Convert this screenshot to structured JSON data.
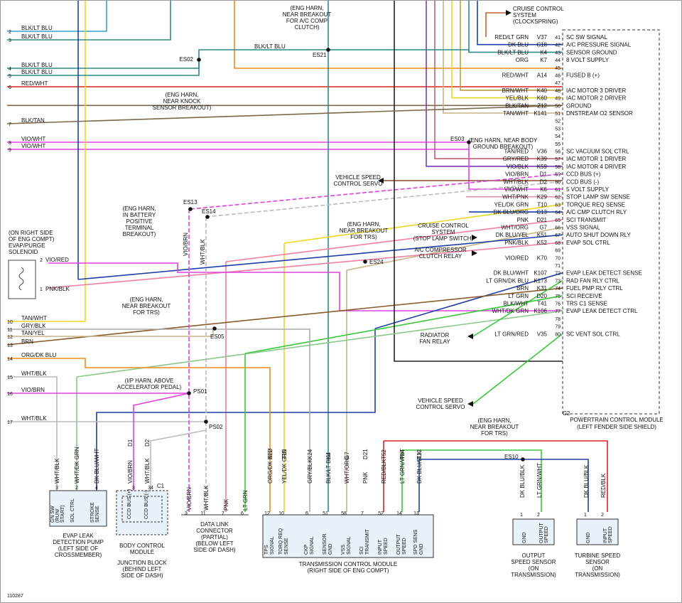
{
  "figure_id": "110287",
  "pcm": {
    "title_lines": [
      "POWERTRAIN CONTROL MODULE",
      "(LEFT FENDER SIDE SHIELD)"
    ],
    "connector": "C2",
    "pins": [
      {
        "pin": "41",
        "wire": "RED/LT GRN",
        "circuit": "V37",
        "func": "SC SW SIGNAL"
      },
      {
        "pin": "42",
        "wire": "DK BLU",
        "circuit": "C18",
        "func": "A/C PRESSURE SIGNAL"
      },
      {
        "pin": "43",
        "wire": "BLK/LT BLU",
        "circuit": "K4",
        "func": "SENSOR GROUND"
      },
      {
        "pin": "44",
        "wire": "ORG",
        "circuit": "K7",
        "func": "8 VOLT SUPPLY"
      },
      {
        "pin": "45",
        "wire": "",
        "circuit": "",
        "func": ""
      },
      {
        "pin": "46",
        "wire": "RED/WHT",
        "circuit": "A14",
        "func": "FUSED B (+)"
      },
      {
        "pin": "47",
        "wire": "",
        "circuit": "",
        "func": ""
      },
      {
        "pin": "48",
        "wire": "BRN/WHT",
        "circuit": "K40",
        "func": "IAC MOTOR 3 DRIVER"
      },
      {
        "pin": "49",
        "wire": "YEL/BLK",
        "circuit": "K60",
        "func": "IAC MOTOR 2 DRIVER"
      },
      {
        "pin": "50",
        "wire": "BLK/TAN",
        "circuit": "Z12",
        "func": "GROUND"
      },
      {
        "pin": "51",
        "wire": "TAN/WHT",
        "circuit": "K141",
        "func": "DNSTREAM O2 SENSOR"
      },
      {
        "pin": "52",
        "wire": "",
        "circuit": "",
        "func": ""
      },
      {
        "pin": "53",
        "wire": "",
        "circuit": "",
        "func": ""
      },
      {
        "pin": "54",
        "wire": "",
        "circuit": "",
        "func": ""
      },
      {
        "pin": "55",
        "wire": "",
        "circuit": "",
        "func": ""
      },
      {
        "pin": "56",
        "wire": "TAN/RED",
        "circuit": "V36",
        "func": "SC VACUUM SOL CTRL"
      },
      {
        "pin": "57",
        "wire": "GRY/RED",
        "circuit": "K39",
        "func": "IAC MOTOR 1 DRIVER"
      },
      {
        "pin": "58",
        "wire": "VIO/BLK",
        "circuit": "K59",
        "func": "IAC MOTOR 4 DRIVER"
      },
      {
        "pin": "59",
        "wire": "VIO/BRN",
        "circuit": "D1",
        "func": "CCD BUS (+)"
      },
      {
        "pin": "60",
        "wire": "WHT/BLK",
        "circuit": "D2",
        "func": "CCD BUS (-)"
      },
      {
        "pin": "61",
        "wire": "VIO/WHT",
        "circuit": "K6",
        "func": "5 VOLT SUPPLY"
      },
      {
        "pin": "62",
        "wire": "WHT/PNK",
        "circuit": "K29",
        "func": "STOP LAMP SW SENSE"
      },
      {
        "pin": "63",
        "wire": "YEL/DK GRN",
        "circuit": "T10",
        "func": "TORQUE REQ SENSE"
      },
      {
        "pin": "64",
        "wire": "DK BLU/ORG",
        "circuit": "C13",
        "func": "A/C CMP CLUTCH RLY"
      },
      {
        "pin": "65",
        "wire": "PNK",
        "circuit": "D21",
        "func": "SCI TRANSMIT"
      },
      {
        "pin": "66",
        "wire": "WHT/ORG",
        "circuit": "G7",
        "func": "VSS SIGNAL"
      },
      {
        "pin": "67",
        "wire": "DK BLU/YEL",
        "circuit": "K51",
        "func": "AUTO SHUT DOWN RLY"
      },
      {
        "pin": "68",
        "wire": "PNK/BLK",
        "circuit": "K52",
        "func": "EVAP SOL CTRL"
      },
      {
        "pin": "69",
        "wire": "",
        "circuit": "",
        "func": ""
      },
      {
        "pin": "70",
        "wire": "VIO/RED",
        "circuit": "K70",
        "func": ""
      },
      {
        "pin": "71",
        "wire": "",
        "circuit": "",
        "func": ""
      },
      {
        "pin": "72",
        "wire": "DK BLU/WHT",
        "circuit": "K107",
        "func": "EVAP LEAK DETECT SENSE"
      },
      {
        "pin": "73",
        "wire": "LT GRN/DK BLU",
        "circuit": "K173",
        "func": "RAD FAN RLY CTRL"
      },
      {
        "pin": "74",
        "wire": "BRN",
        "circuit": "K31",
        "func": "FUEL PMP RLY CTRL"
      },
      {
        "pin": "75",
        "wire": "LT GRN",
        "circuit": "D20",
        "func": "SCI RECEIVE"
      },
      {
        "pin": "76",
        "wire": "BLK/WHT",
        "circuit": "T41",
        "func": "TRS C1 SENSE"
      },
      {
        "pin": "77",
        "wire": "WHT/DK GRN",
        "circuit": "K106",
        "func": "EVAP LEAK DETECT CTRL"
      },
      {
        "pin": "78",
        "wire": "",
        "circuit": "",
        "func": ""
      },
      {
        "pin": "79",
        "wire": "",
        "circuit": "",
        "func": ""
      },
      {
        "pin": "80",
        "wire": "LT GRN/RED",
        "circuit": "V35",
        "func": "SC VENT SOL CTRL"
      }
    ]
  },
  "left_wires": [
    {
      "num": "2",
      "label": "BLK/LT BLU"
    },
    {
      "num": "3",
      "label": "BLK/LT BLU"
    },
    {
      "num": "4",
      "label": "BLK/LT BLU"
    },
    {
      "num": "5",
      "label": "BLK/LT BLU"
    },
    {
      "num": "6",
      "label": "RED/WHT"
    },
    {
      "num": "7",
      "label": "BLK/TAN"
    },
    {
      "num": "8",
      "label": "VIO/WHT"
    },
    {
      "num": "9",
      "label": "VIO/WHT"
    },
    {
      "num": "10",
      "label": "TAN/WHT"
    },
    {
      "num": "11",
      "label": "GRY/BLK"
    },
    {
      "num": "12",
      "label": "TAN/YEL"
    },
    {
      "num": "13",
      "label": "BRN"
    },
    {
      "num": "14",
      "label": "ORG/DK BLU"
    },
    {
      "num": "15",
      "label": "WHT/BLK"
    },
    {
      "num": "16",
      "label": "VIO/BRN"
    },
    {
      "num": "17",
      "label": "WHT/BLK"
    }
  ],
  "splices": {
    "es02": "ES02",
    "es21": "ES21",
    "es03": "ES03",
    "es13": "ES13",
    "es14": "ES14",
    "es24": "ES24",
    "es05": "ES05",
    "ps01": "PS01",
    "ps02": "PS02",
    "es10": "ES10"
  },
  "wire_labels": {
    "es21_left": "BLK/LT BLU",
    "evap_p2": "VIO/RED",
    "evap_p1": "PNK/BLK",
    "vert_vio_brn": "VIO/BRN",
    "vert_wht_blk": "WHT/BLK",
    "top_right_wire": "RED/LT GRN",
    "top_right_circuit": "V37"
  },
  "notes": {
    "es21": [
      "(ENG HARN,",
      "NEAR BREAKOUT",
      "FOR A/C COMP",
      "CLUTCH)"
    ],
    "es02": [
      "(ENG HARN,",
      "NEAR KNOCK",
      "SENSOR BREAKOUT)"
    ],
    "es03": [
      "(ENG HARN, NEAR BODY",
      "GROUND BREAKOUT)"
    ],
    "es13": [
      "(ENG HARN,",
      "IN BATTERY",
      "POSITIVE",
      "TERMINAL",
      "BREAKOUT)"
    ],
    "es24": [
      "(ENG HARN,",
      "NEAR BREAKOUT",
      "FOR TRS)"
    ],
    "es05": [
      "(ENG HARN,",
      "NEAR BREAKOUT",
      "FOR TRS)"
    ],
    "ps01": [
      "(I/P HARN, ABOVE",
      "ACCELERATOR PEDAL)"
    ],
    "es10": [
      "(ENG HARN,",
      "NEAR BREAKOUT",
      "FOR TRS)"
    ]
  },
  "side_labels": {
    "cruise_clock": [
      "CRUISE CONTROL",
      "SYSTEM",
      "(CLOCKSPRING)"
    ],
    "vsc_servo1": [
      "VEHICLE SPEED",
      "CONTROL SERVO"
    ],
    "cruise_stop": [
      "CRUISE CONTROL",
      "SYSTEM",
      "(STOP LAMP SWITCH)"
    ],
    "ac_relay": [
      "A/C COMPRESSOR",
      "CLUTCH RELAY"
    ],
    "rad_relay": [
      "RADIATOR",
      "FAN RELAY"
    ],
    "vsc_servo2": [
      "VEHICLE SPEED",
      "CONTROL SERVO"
    ],
    "evap_sol": [
      "(ON RIGHT SIDE",
      "OF ENG COMPT)",
      "EVAP/PURGE",
      "SOLENOID"
    ]
  },
  "components": {
    "evap_pump": {
      "title": [
        "EVAP LEAK",
        "DETECTION PUMP",
        "(LEFT SIDE OF",
        "CROSSMEMBER)"
      ],
      "pins": [
        {
          "num": "3",
          "func": [
            "GN SW",
            "(RUN/",
            "START)"
          ],
          "wire": "WHT/BLK"
        },
        {
          "num": "2",
          "func": [
            "SOL CTRL"
          ],
          "wire": "WHT/DK GRN"
        },
        {
          "num": "4",
          "func": [
            "STROKE",
            "SENSE"
          ],
          "wire": "DK BLU/WHT"
        }
      ]
    },
    "junction_block": {
      "title": [
        "JUNCTION BLOCK",
        "(BEHIND LEFT",
        "SIDE OF DASH)"
      ],
      "module": [
        "BODY CONTROL",
        "MODULE"
      ],
      "connector": "C1",
      "pins": [
        {
          "num": "3",
          "func": "CCD BUS (+)",
          "wire": "VIO/BRN",
          "circuit": "D1"
        },
        {
          "num": "34",
          "func": "CCD BUS (-)",
          "wire": "WHT/BLK",
          "circuit": "D2"
        }
      ]
    },
    "dlc": {
      "title": [
        "DATA LINK",
        "CONNECTOR",
        "(PARTIAL)",
        "(BELOW LEFT",
        "SIDE OF DASH)"
      ],
      "pins": [
        {
          "num": "3",
          "wire": "VIO/BRN"
        },
        {
          "num": "11",
          "wire": "WHT/BLK"
        },
        {
          "num": "7",
          "wire": "PNK"
        },
        {
          "num": "6",
          "wire": "LT GRN"
        }
      ]
    },
    "tcm": {
      "title": [
        "TRANSMISSION CONTROL MODULE",
        "(RIGHT SIDE OF ENG COMPT)"
      ],
      "pins": [
        {
          "num": "12",
          "func": [
            "TPS",
            "SIGNAL"
          ],
          "wire": "ORG/DK BLU",
          "circuit": "K22"
        },
        {
          "num": "10",
          "func": [
            "TORQ REQ",
            "SENSE"
          ],
          "wire": "YEL/DK GRN",
          "circuit": "T10"
        },
        {
          "num": "6",
          "func": [
            "CKP",
            "SIGNAL"
          ],
          "wire": "GRY/BLK",
          "circuit": "K24"
        },
        {
          "num": "51",
          "func": [
            "SENSOR",
            "GND"
          ],
          "wire": "BLK/LT BLU",
          "circuit": "K4"
        },
        {
          "num": "58",
          "func": [
            "VSS",
            "SIGNAL"
          ],
          "wire": "WHT/ORG",
          "circuit": "G7"
        },
        {
          "num": "7",
          "func": [
            "SCI",
            "TRANSMIT"
          ],
          "wire": "PNK",
          "circuit": "D21"
        },
        {
          "num": "52",
          "func": [
            "INPUT",
            "SPEED"
          ],
          "wire": "RED/BLK",
          "circuit": "T52"
        },
        {
          "num": "14",
          "func": [
            "OUTPUT",
            "SPEED"
          ],
          "wire": "LT GRN/WHT",
          "circuit": "T14"
        },
        {
          "num": "13",
          "func": [
            "SPD SENS",
            "GND"
          ],
          "wire": "DK BLU/BLK",
          "circuit": "T13"
        }
      ]
    },
    "oss": {
      "title": [
        "OUTPUT",
        "SPEED SENSOR",
        "(ON",
        "TRANSMISSION)"
      ],
      "pins": [
        {
          "num": "1",
          "func": "GND",
          "wire": "DK BLU/BLK"
        },
        {
          "num": "2",
          "func": "OUTPUT SPEED",
          "wire": "LT GRN/WHT"
        }
      ]
    },
    "tss": {
      "title": [
        "TURBINE SPEED",
        "SENSOR",
        "(ON",
        "TRANSMISSION)"
      ],
      "pins": [
        {
          "num": "1",
          "func": "GND",
          "wire": "DK BLU/BLK"
        },
        {
          "num": "2",
          "func": "INPUT SPEED",
          "wire": "RED/BLK"
        }
      ]
    }
  },
  "colors": {
    "black": "#1a1a1a",
    "blue": "#1f3fa8",
    "orange": "#f08a1c",
    "red": "#e02020",
    "teal": "#2e8a8a",
    "magenta": "#e040e0",
    "violet": "#9a40c8",
    "tan": "#c8b48a",
    "brown": "#8a5a2a",
    "yellow": "#e8d820",
    "green": "#3ac83a",
    "pink": "#f080a0",
    "gray": "#a0a0a0",
    "olive": "#b8a040",
    "purple": "#7a3ab8",
    "ltblue": "#3aa0c8"
  }
}
